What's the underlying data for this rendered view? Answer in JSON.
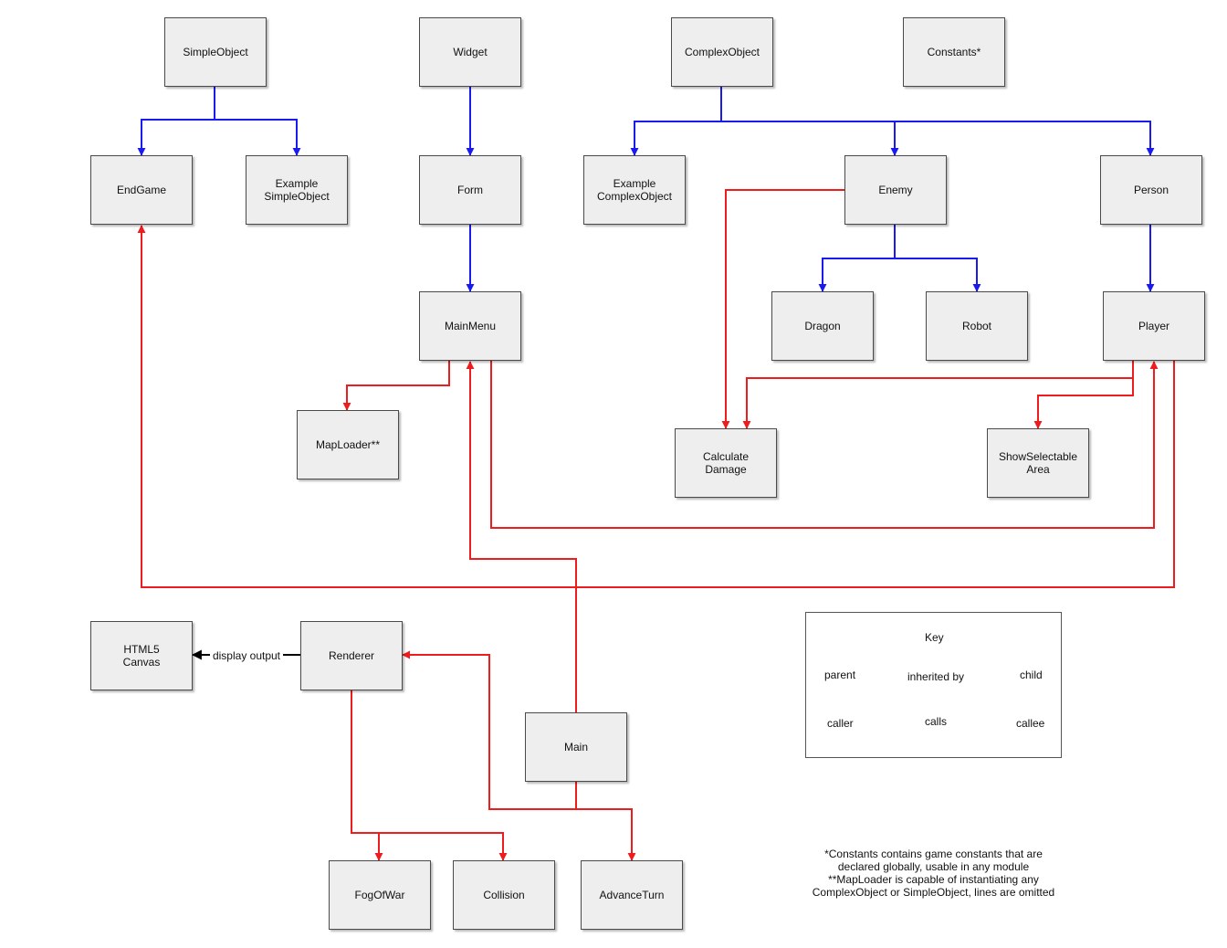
{
  "nodes": {
    "simple_object": "SimpleObject",
    "widget": "Widget",
    "complex_object": "ComplexObject",
    "constants": "Constants*",
    "end_game": "EndGame",
    "example_simple_object": "Example\nSimpleObject",
    "form": "Form",
    "example_complex_object": "Example\nComplexObject",
    "enemy": "Enemy",
    "person": "Person",
    "main_menu": "MainMenu",
    "dragon": "Dragon",
    "robot": "Robot",
    "player": "Player",
    "map_loader": "MapLoader**",
    "calculate_damage": "Calculate\nDamage",
    "show_selectable_area": "ShowSelectable\nArea",
    "html5_canvas": "HTML5\nCanvas",
    "renderer": "Renderer",
    "main": "Main",
    "fog_of_war": "FogOfWar",
    "collision": "Collision",
    "advance_turn": "AdvanceTurn"
  },
  "edge_labels": {
    "display_output": "display output"
  },
  "key": {
    "title": "Key",
    "parent": "parent",
    "inherited_by": "inherited by",
    "child": "child",
    "caller": "caller",
    "calls": "calls",
    "callee": "callee"
  },
  "footnote": {
    "line1": "*Constants contains game constants that are",
    "line2": "declared globally, usable in any module",
    "line3": "**MapLoader is capable of instantiating any",
    "line4": "ComplexObject or SimpleObject, lines are omitted"
  },
  "colors": {
    "inheritance": "#1a1aee",
    "calls": "#ee1c1c",
    "display": "#000000",
    "node_fill": "#eeeeee",
    "node_border": "#4a4a4a"
  }
}
